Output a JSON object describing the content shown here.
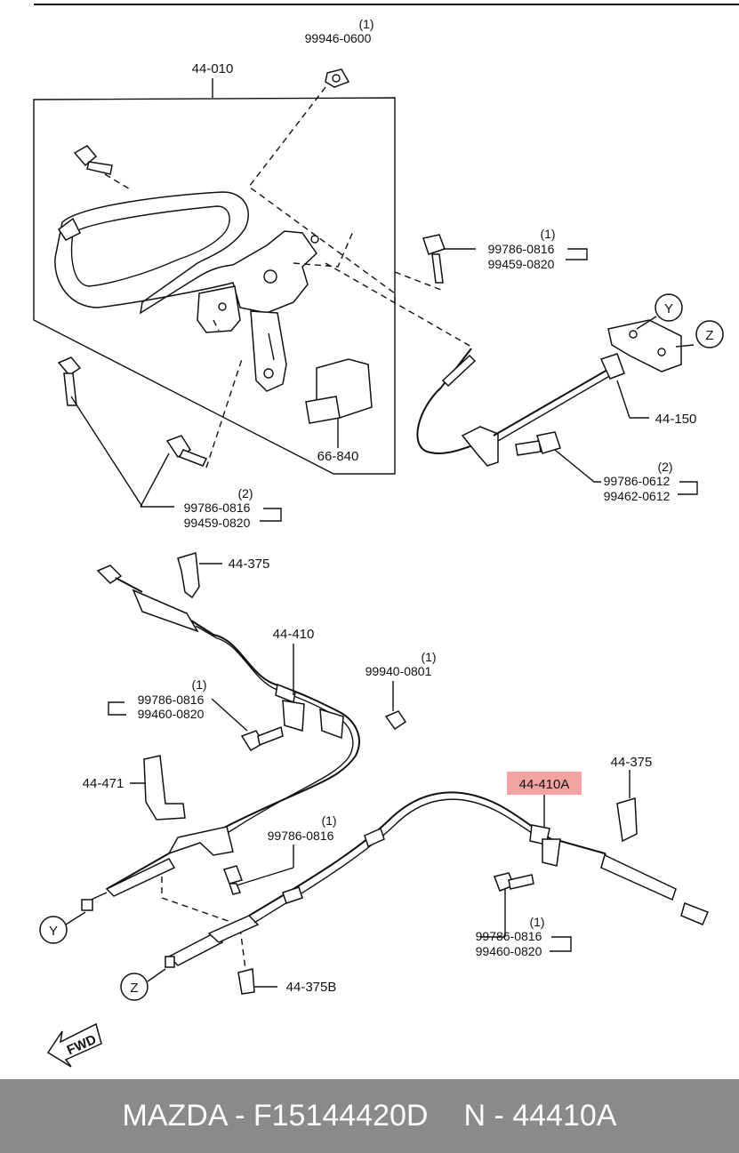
{
  "labels": {
    "p44010": "44-010",
    "p99946": "99946-0600",
    "q99946": "(1)",
    "q99786_top": "(1)",
    "p99786_top": "99786-0816",
    "p99459_top": "99459-0820",
    "pY": "Y",
    "pZ": "Z",
    "p44150": "44-150",
    "p66840": "66-840",
    "q99786_0612": "(2)",
    "p99786_0612": "99786-0612",
    "p99462": "99462-0612",
    "q99786_left": "(2)",
    "p99786_left": "99786-0816",
    "p99459_left": "99459-0820",
    "p44375_top": "44-375",
    "p44410": "44-410",
    "q99940": "(1)",
    "p99940": "99940-0801",
    "q99786_mid": "(1)",
    "p99786_mid": "99786-0816",
    "p99460_mid": "99460-0820",
    "p44471": "44-471",
    "p44410A": "44-410A",
    "p44375_right": "44-375",
    "q99786_low": "(1)",
    "p99786_low": "99786-0816",
    "q99786_right": "(1)",
    "p99786_right": "99786-0816",
    "p99460_right": "99460-0820",
    "pY2": "Y",
    "pZ2": "Z",
    "p44375B": "44-375B",
    "fwd": "FWD"
  },
  "highlight_color": "#f4a3a3",
  "footer": {
    "brand": "MAZDA - F15144420D",
    "part": "N - 44410A"
  }
}
